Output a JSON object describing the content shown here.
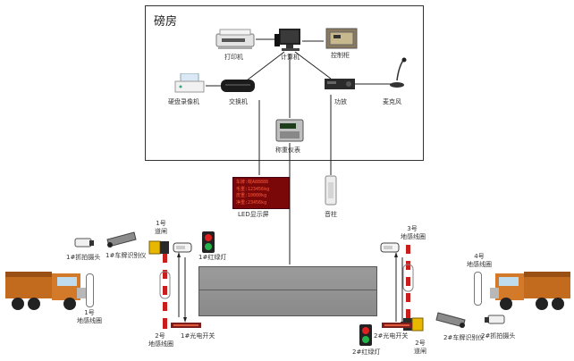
{
  "room": {
    "title": "磅房"
  },
  "devices": {
    "printer": "打印机",
    "computer": "计算机",
    "control_cabinet": "控制柜",
    "hdd_recorder": "硬盘录像机",
    "switch": "交换机",
    "amplifier": "功放",
    "microphone": "麦克风",
    "weighing_instrument": "称重仪表",
    "led_screen": "LED显示屏",
    "speaker": "音柱"
  },
  "led_lines": [
    "车牌:皖A88888",
    "毛重:123456kg",
    "皮重:10000kg",
    "净重:23456kg"
  ],
  "side1": {
    "barrier_no": "1号",
    "barrier": "道闸",
    "capture_camera": "1#抓拍摄头",
    "plate_camera": "1#车牌识别仪",
    "coil_no": "1号",
    "coil": "地感线圈",
    "coil2_no": "2号",
    "coil2": "地感线圈",
    "traffic_light": "1#红绿灯",
    "photo_switch": "1#光电开关"
  },
  "side2": {
    "coil_no": "3号",
    "coil": "地感线圈",
    "coil4_no": "4号",
    "coil4": "地感线圈",
    "barrier_no": "2号",
    "barrier": "道闸",
    "traffic_light": "2#红绿灯",
    "photo_switch": "2#光电开关",
    "plate_camera": "2#车牌识别仪",
    "capture_camera": "2#抓拍摄头"
  },
  "colors": {
    "gate_yellow": "#e8b800",
    "gate_red": "#c81e1e",
    "led_bg": "#7a0808",
    "led_text": "#ff5a3c"
  }
}
